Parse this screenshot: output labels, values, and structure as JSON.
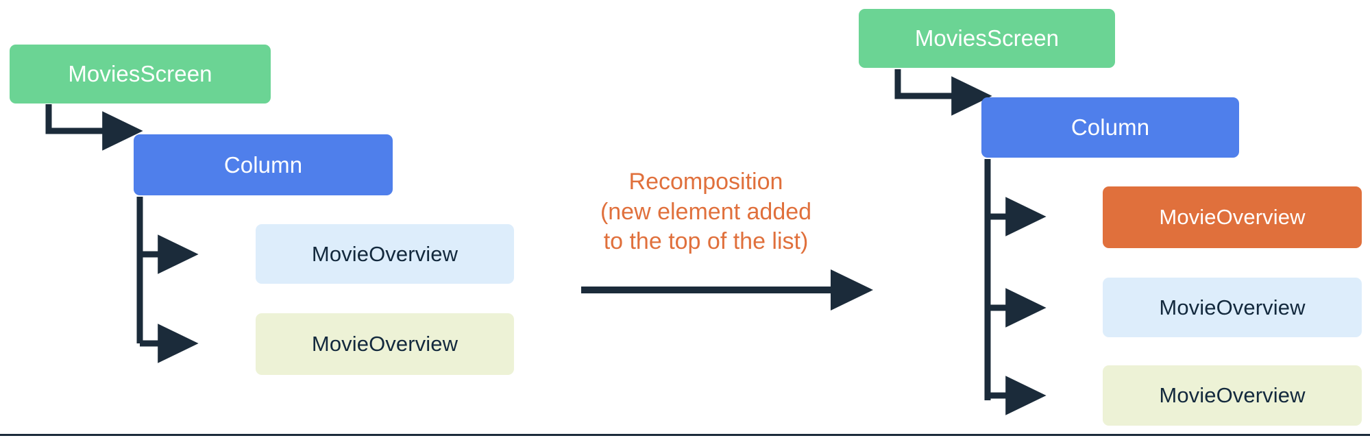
{
  "diagram": {
    "title_color": "#E0703C",
    "edge_color": "#1B2B3A",
    "background": "#ffffff",
    "left_tree": {
      "root": {
        "label": "MoviesScreen",
        "color": "#6BD494",
        "text_color": "#ffffff"
      },
      "container": {
        "label": "Column",
        "color": "#4F7FEB",
        "text_color": "#ffffff"
      },
      "children": [
        {
          "label": "MovieOverview",
          "color": "#DDEDFB",
          "text_color": "#13293D"
        },
        {
          "label": "MovieOverview",
          "color": "#EDF2D6",
          "text_color": "#13293D"
        }
      ]
    },
    "transition": {
      "caption_line1": "Recomposition",
      "caption_line2": "(new element added",
      "caption_line3": "to the top of the list)",
      "caption_full": "Recomposition\n(new element added\nto the top of the list)",
      "arrow_name": "rightward-arrow"
    },
    "right_tree": {
      "root": {
        "label": "MoviesScreen",
        "color": "#6BD494",
        "text_color": "#ffffff"
      },
      "container": {
        "label": "Column",
        "color": "#4F7FEB",
        "text_color": "#ffffff"
      },
      "children": [
        {
          "label": "MovieOverview",
          "color": "#E0703C",
          "text_color": "#ffffff"
        },
        {
          "label": "MovieOverview",
          "color": "#DDEDFB",
          "text_color": "#13293D"
        },
        {
          "label": "MovieOverview",
          "color": "#EDF2D6",
          "text_color": "#13293D"
        }
      ]
    }
  }
}
